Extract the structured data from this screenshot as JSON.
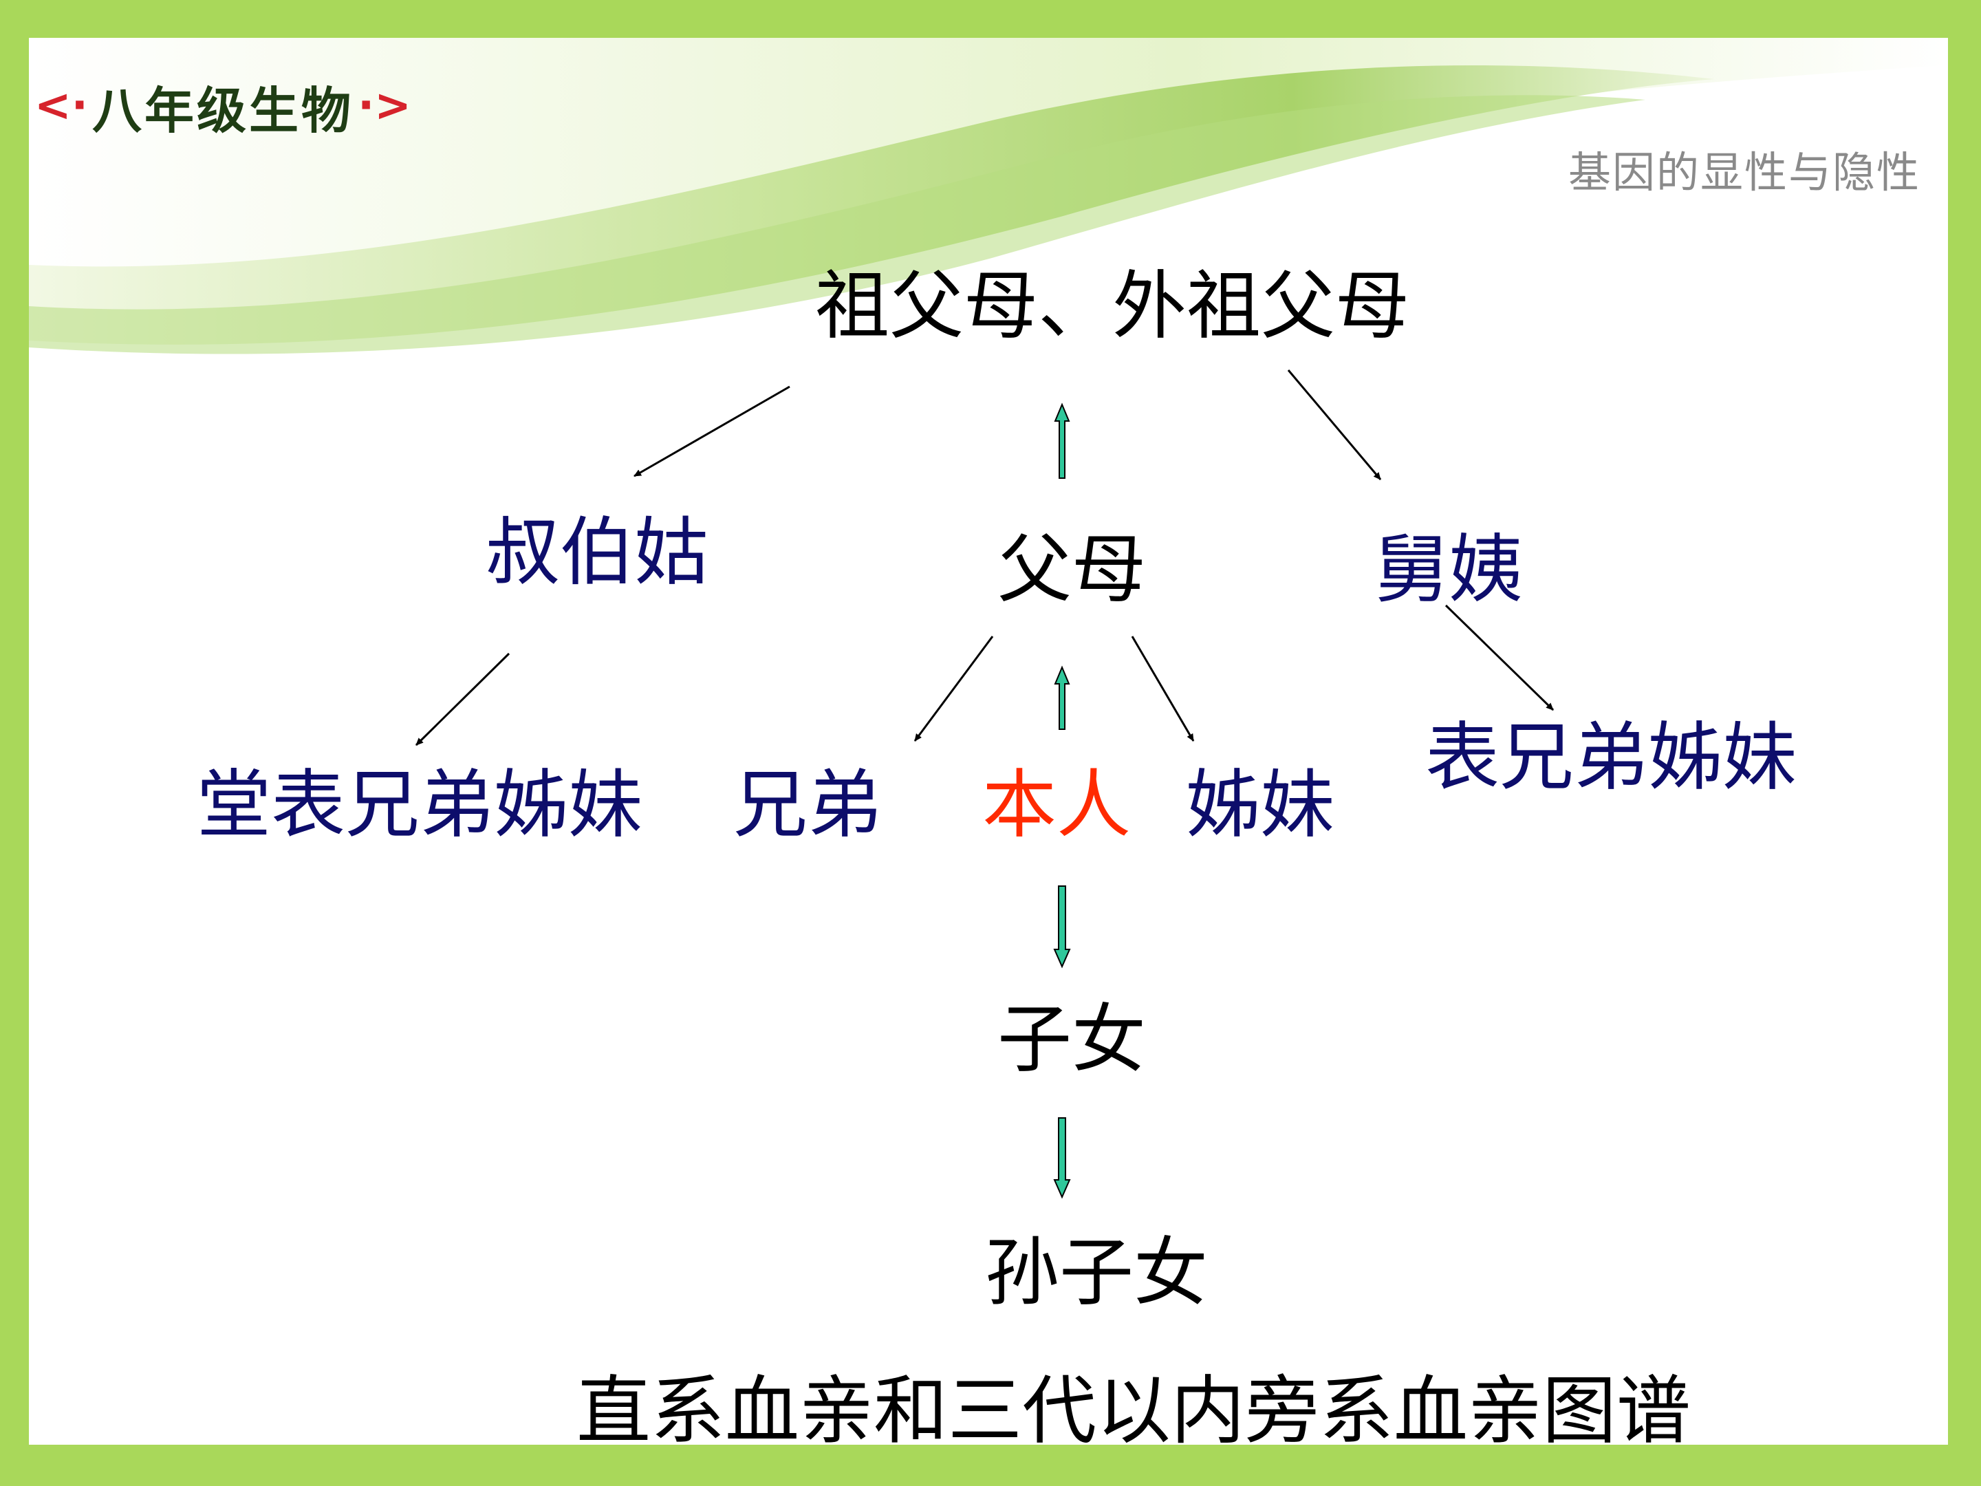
{
  "header": {
    "logo_text": "八年级生物",
    "logo_left_ornament": "<·",
    "logo_right_ornament": "·>",
    "subtitle": "基因的显性与隐性"
  },
  "diagram": {
    "grandparents": "祖父母、外祖父母",
    "uncles_aunts_paternal": "叔伯姑",
    "parents": "父母",
    "uncles_aunts_maternal": "舅姨",
    "cousins_paternal": "堂表兄弟姊妹",
    "brothers": "兄弟",
    "self": "本人",
    "sisters": "姊妹",
    "cousins_maternal": "表兄弟姊妹",
    "children": "子女",
    "grandchildren": "孙子女"
  },
  "caption": "直系血亲和三代以内旁系血亲图谱",
  "colors": {
    "border_green": "#a9d85a",
    "navy_text": "#0d0d6b",
    "self_red": "#ff2a00",
    "arrow_teal": "#2fc79a"
  }
}
